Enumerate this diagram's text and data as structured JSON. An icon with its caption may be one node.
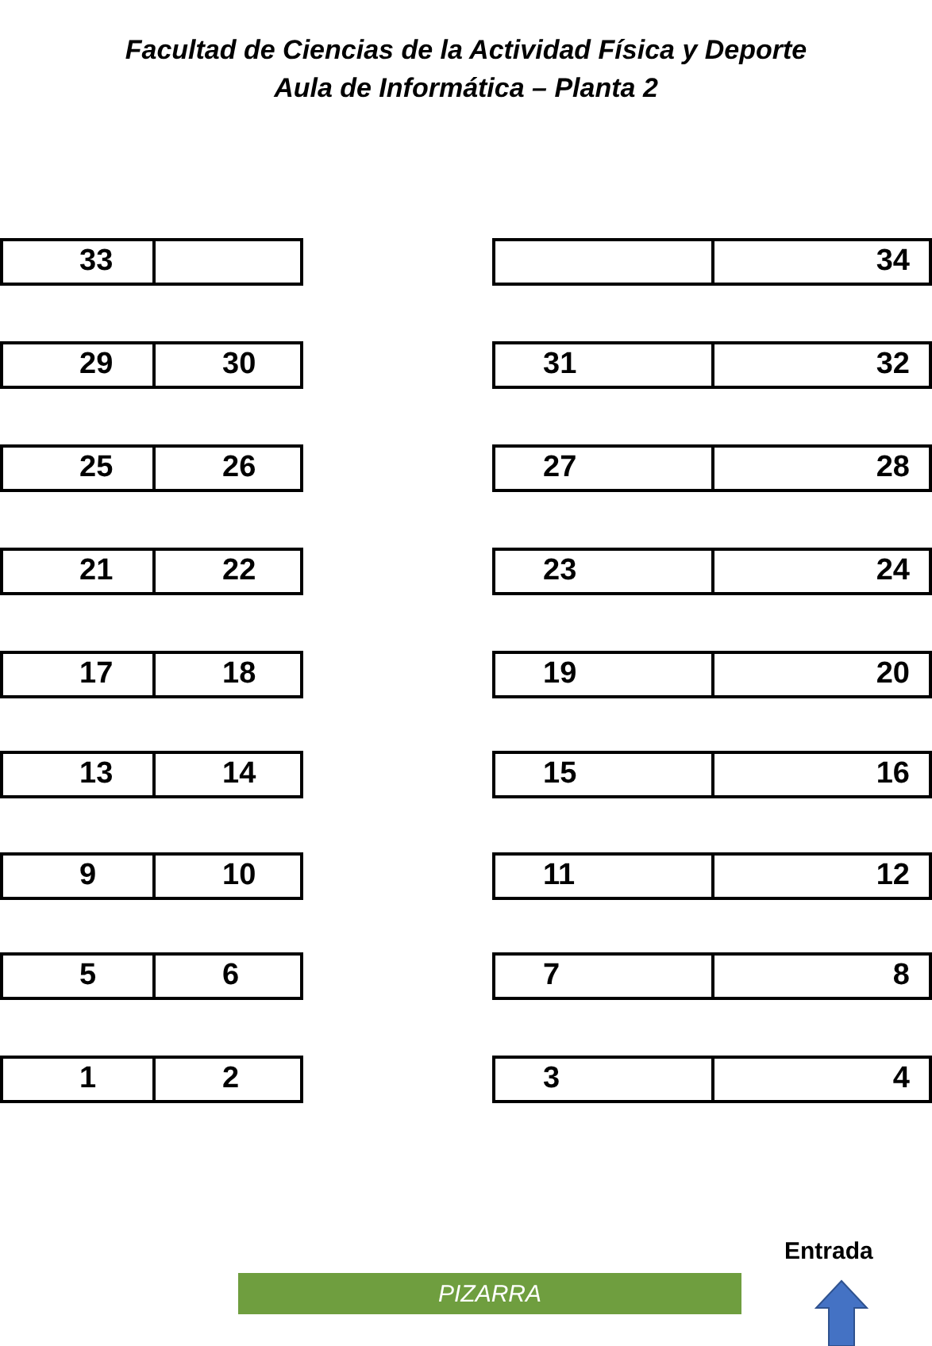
{
  "diagram": {
    "title": "Facultad de Ciencias de la Actividad Física y Deporte Aula de Informática – Planta 2",
    "nodes": [
      {
        "text": [
          "33"
        ]
      },
      {
        "text": [],
        "shape": "box"
      },
      {
        "text": [],
        "shape": "box"
      },
      {
        "text": [
          "34"
        ]
      },
      {
        "text": [
          "29"
        ]
      },
      {
        "text": [
          "30"
        ]
      },
      {
        "text": [
          "31"
        ]
      },
      {
        "text": [
          "32"
        ]
      },
      {
        "text": [
          "25"
        ]
      },
      {
        "text": [
          "26"
        ]
      },
      {
        "text": [
          "27"
        ]
      },
      {
        "text": [
          "28"
        ]
      },
      {
        "text": [
          "21"
        ]
      },
      {
        "text": [
          "22"
        ]
      },
      {
        "text": [
          "23"
        ]
      },
      {
        "text": [
          "24"
        ]
      },
      {
        "text": [
          "17"
        ]
      },
      {
        "text": [
          "18"
        ]
      },
      {
        "text": [
          "19"
        ]
      },
      {
        "text": [
          "20"
        ]
      },
      {
        "text": [
          "13"
        ]
      },
      {
        "text": [
          "14"
        ]
      },
      {
        "text": [
          "15"
        ]
      },
      {
        "text": [
          "16"
        ]
      },
      {
        "text": [
          "9"
        ]
      },
      {
        "text": [
          "10"
        ]
      },
      {
        "text": [
          "11"
        ]
      },
      {
        "text": [
          "12"
        ]
      },
      {
        "text": [
          "5"
        ]
      },
      {
        "text": [
          "6"
        ]
      },
      {
        "text": [
          "7"
        ]
      },
      {
        "text": [
          "8"
        ]
      },
      {
        "text": [
          "1"
        ]
      },
      {
        "text": [
          "2"
        ]
      },
      {
        "text": [
          "3"
        ]
      },
      {
        "text": [
          "4"
        ]
      },
      {
        "text": [
          "PIZARRA"
        ]
      }
    ],
    "edges": [],
    "labels": [
      "Entrada"
    ]
  }
}
